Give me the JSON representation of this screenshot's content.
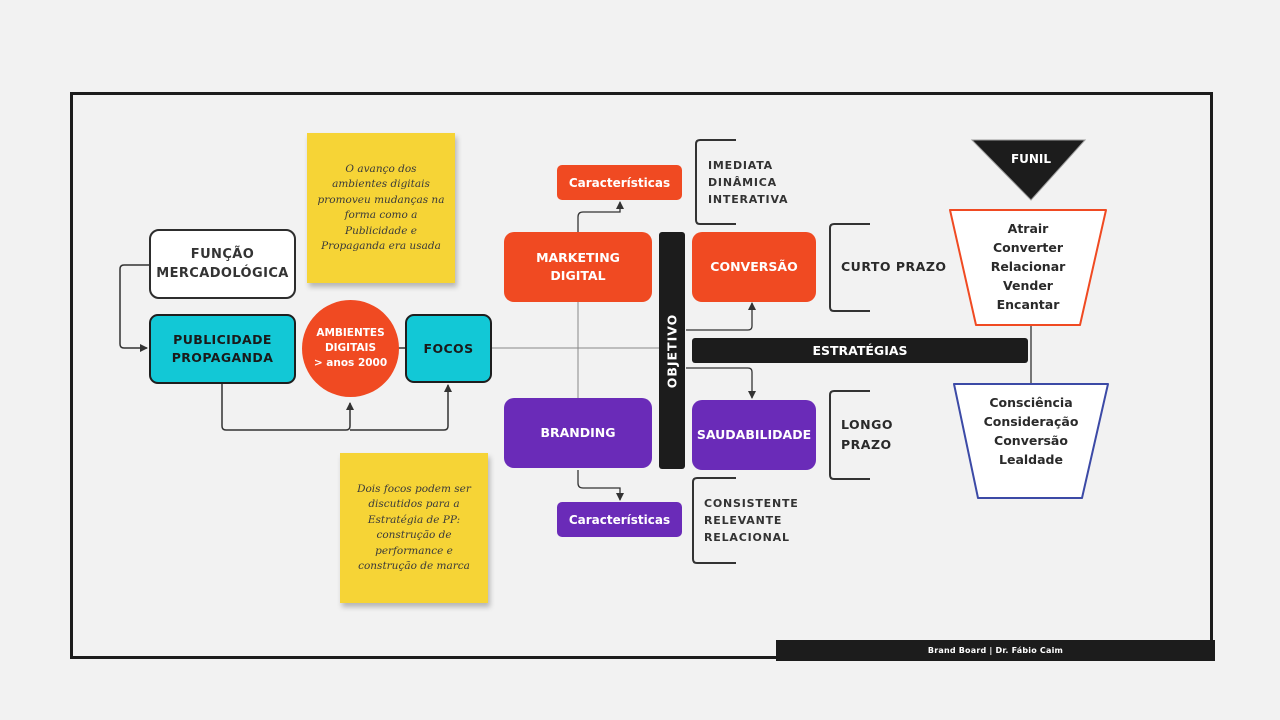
{
  "colors": {
    "orange": "#f04a22",
    "purple": "#6a2bb8",
    "cyan": "#12c8d6",
    "sticky": "#f6d436",
    "dark": "#1c1c1c"
  },
  "nodes": {
    "funcao": [
      "FUNÇÃO",
      "MERCADOLÓGICA"
    ],
    "publicidade": [
      "PUBLICIDADE",
      "PROPAGANDA"
    ],
    "ambientes": [
      "AMBIENTES",
      "DIGITAIS",
      ">  anos 2000"
    ],
    "focos": "FOCOS",
    "marketing": [
      "MARKETING",
      "DIGITAL"
    ],
    "branding": "BRANDING",
    "caracteristicas_top": "Características",
    "caracteristicas_bottom": "Características",
    "objetivo": "OBJETIVO",
    "conversao": "CONVERSÃO",
    "saudabilidade": "SAUDABILIDADE",
    "estrategias": "ESTRATÉGIAS",
    "funil": "FUNIL"
  },
  "sticky_notes": {
    "top": "O avanço dos ambientes digitais promoveu mudanças na forma como a Publicidade e Propaganda era usada",
    "bottom": "Dois focos podem ser discutidos para a Estratégia de PP: construção de performance e construção de marca"
  },
  "lists": {
    "marketing_traits": [
      "IMEDIATA",
      "DINÂMICA",
      "INTERATIVA"
    ],
    "branding_traits": [
      "CONSISTENTE",
      "RELEVANTE",
      "RELACIONAL"
    ]
  },
  "terms": {
    "short": "CURTO PRAZO",
    "long": [
      "LONGO",
      "PRAZO"
    ]
  },
  "funnel": {
    "top": [
      "Atrair",
      "Converter",
      "Relacionar",
      "Vender",
      "Encantar"
    ],
    "bottom": [
      "Consciência",
      "Consideração",
      "Conversão",
      "Lealdade"
    ]
  },
  "footer": "Brand Board | Dr. Fábio Caim"
}
